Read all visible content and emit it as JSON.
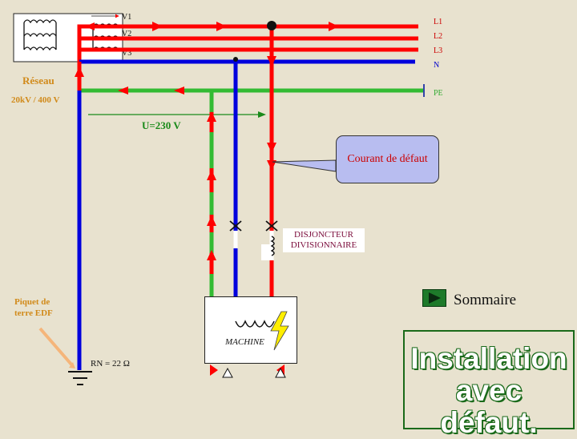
{
  "source": {
    "windings": [
      "V1",
      "V2",
      "V3"
    ],
    "network_label": "Réseau",
    "voltage_label": "20kV / 400 V"
  },
  "lines": {
    "l1": "L1",
    "l2": "L2",
    "l3": "L3",
    "n": "N",
    "pe": "PE"
  },
  "measurement": "U=230 V",
  "fault_callout": "Courant de défaut",
  "breaker": {
    "line1": "DISJONCTEUR",
    "line2": "DIVISIONNAIRE"
  },
  "ground_label": {
    "line1": "Piquet  de",
    "line2": "terre EDF"
  },
  "ground_resistance": "RN = 22 Ω",
  "machine_label": "MACHINE",
  "nav": {
    "sommaire_label": "Sommaire"
  },
  "title": {
    "line1": "Installation",
    "line2": "avec   défaut."
  },
  "colors": {
    "phase": "#ff0000",
    "neutral": "#0000dd",
    "pe": "#33bb33",
    "background": "#e8e2cf",
    "title_outline": "#1a6a1a"
  }
}
